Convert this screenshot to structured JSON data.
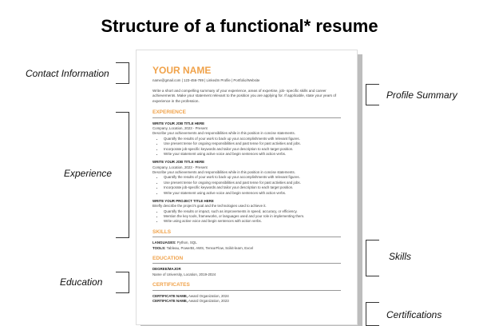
{
  "title": "Structure of a functional* resume",
  "labels": {
    "contact": "Contact Information",
    "profile": "Profile Summary",
    "experience": "Experience",
    "skills": "Skills",
    "education": "Education",
    "certifications": "Certifications"
  },
  "accent": "#f0a24a",
  "resume": {
    "name": "YOUR NAME",
    "contact": "name@gmail.com  |  123-456-789  |  LinkedIn Profile  |  Portfolio/Website",
    "summary": "Write a short and compelling summary of your experience, areas of expertise, job- specific skills and career achievements. Make your statement relevant to the position you are applying for. If applicable, state your years of experience in the profession.",
    "experience_heading": "EXPERIENCE",
    "jobs": [
      {
        "title": "WRITE YOUR JOB TITLE HERE",
        "company": "Company, Location, 2023 - Present",
        "desc": "Describe your achievements and responsibilities while in this position in concise statements.",
        "bullets": [
          "Quantify the results of your work to back up your accomplishments with relevant figures.",
          "Use present tense for ongoing responsibilities and past tense for past activities and jobs.",
          "Incorporate job-specific keywords and tailor your description to each target position.",
          "Write your statement using active voice and begin sentences with action verbs."
        ]
      },
      {
        "title": "WRITE YOUR JOB TITLE HERE",
        "company": "Company, Location, 2023 - Present",
        "desc": "Describe your achievements and responsibilities while in this position in concise statements.",
        "bullets": [
          "Quantify the results of your work to back up your accomplishments with relevant figures.",
          "Use present tense for ongoing responsibilities and past tense for past activities and jobs.",
          "Incorporate job-specific keywords and tailor your description to each target position.",
          "Write your statement using active voice and begin sentences with action verbs."
        ]
      }
    ],
    "project": {
      "title": "WRITE YOUR PROJECT TITLE HERE",
      "desc": "Briefly describe the project's goal and the technologies used to achieve it.",
      "bullets": [
        "Quantify the results or impact, such as improvements in speed, accuracy, or efficiency.",
        "Mention the key tools, frameworks, or languages used and your role in implementing them.",
        "Write using active voice and begin sentences with action verbs."
      ]
    },
    "skills_heading": "SKILLS",
    "skills": [
      {
        "k": "LANGUAGES:",
        "v": " Python, SQL"
      },
      {
        "k": "TOOLS:",
        "v": " Tableau, PowerBI, AWS, TensorFlow, Scikit-learn, Excel"
      }
    ],
    "education_heading": "EDUCATION",
    "degree": "DEGREE/MAJOR",
    "university": "Name of University, Location, 2019-2024",
    "certificates_heading": "CERTIFICATES",
    "certificates": [
      {
        "k": "CERTIFICATE NAME,",
        "v": " Award Organization, 2024"
      },
      {
        "k": "CERTIFICATE NAME,",
        "v": " Award Organization, 2023"
      }
    ]
  }
}
